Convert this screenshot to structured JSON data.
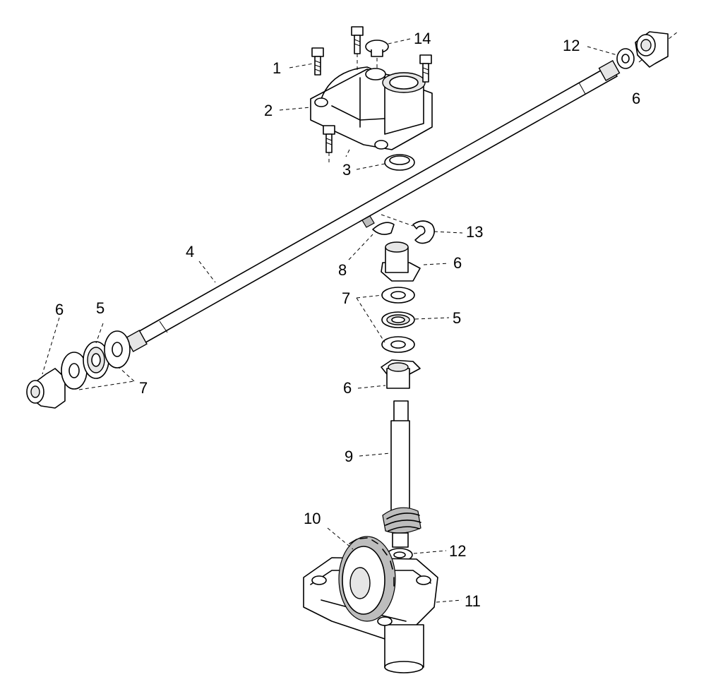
{
  "callouts": {
    "c1": "1",
    "c2": "2",
    "c3": "3",
    "c4": "4",
    "c5a": "5",
    "c5b": "5",
    "c6a": "6",
    "c6b": "6",
    "c6c": "6",
    "c6d": "6",
    "c7a": "7",
    "c7b": "7",
    "c8": "8",
    "c9": "9",
    "c10": "10",
    "c11": "11",
    "c12a": "12",
    "c12b": "12",
    "c13": "13",
    "c14": "14"
  },
  "colors": {
    "line": "#000000",
    "background": "#ffffff"
  }
}
